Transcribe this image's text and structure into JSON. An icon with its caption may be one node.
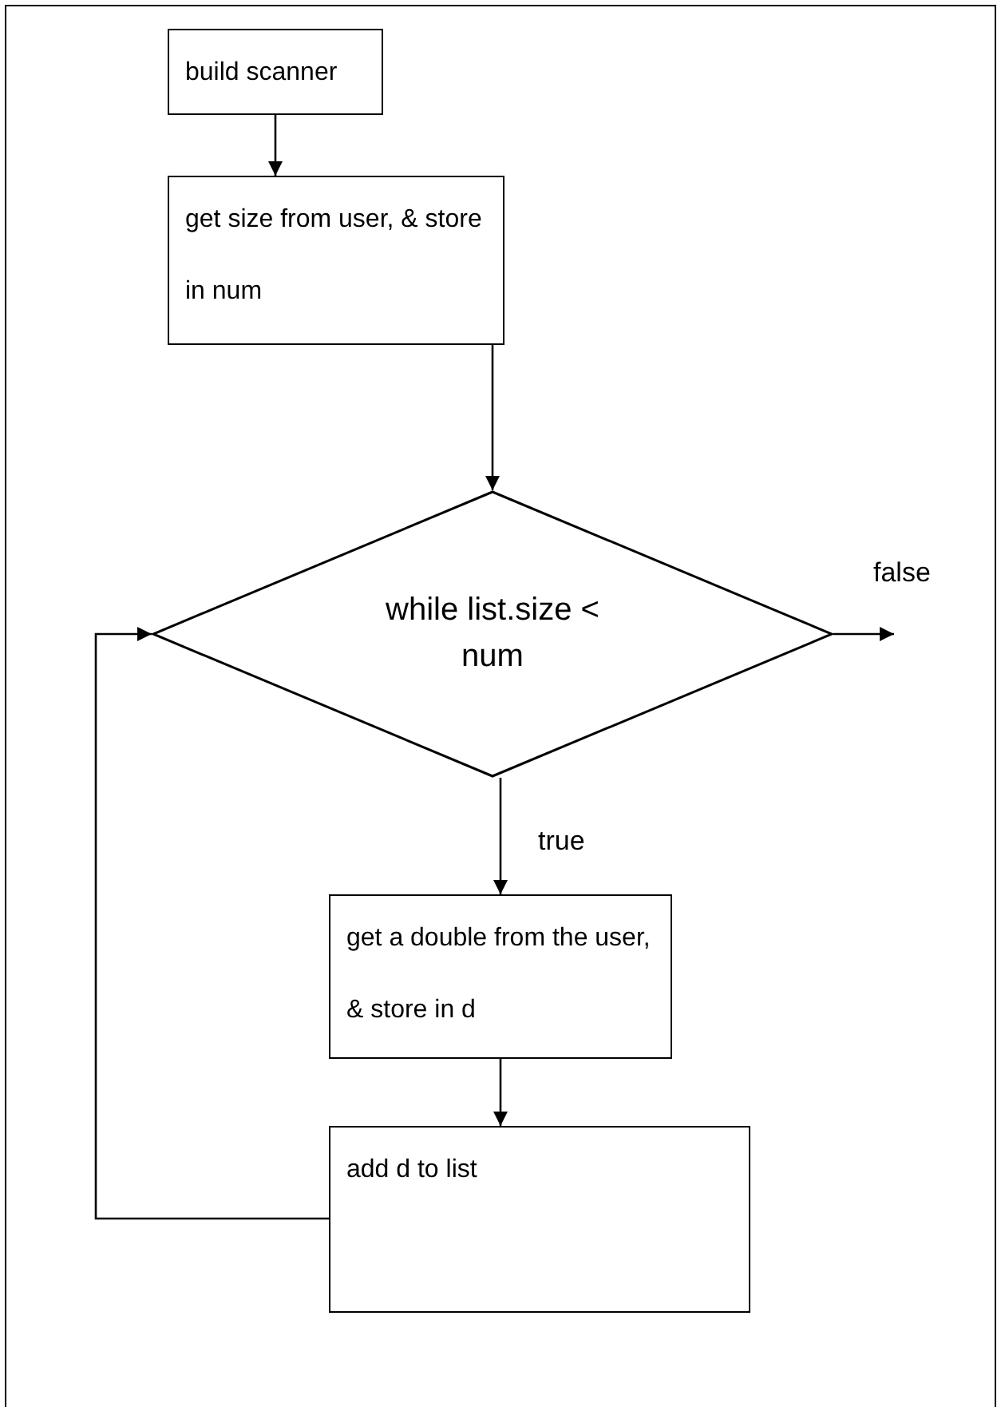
{
  "diagram": {
    "nodes": [
      {
        "text": [
          "build scanner"
        ]
      },
      {
        "text": [
          "get size from user, & store in num"
        ]
      },
      {
        "text": [
          "while list.size < num"
        ]
      },
      {
        "text": [
          "get a double from the user, & store in d"
        ]
      },
      {
        "text": [
          "add d to list"
        ]
      }
    ],
    "edges": [
      {
        "from": 0,
        "to": 1,
        "arrow": "to"
      },
      {
        "from": 1,
        "to": 2,
        "arrow": "to"
      },
      {
        "from": 2,
        "to": 3,
        "arrow": "to",
        "label": "true"
      },
      {
        "from": 2,
        "to": null,
        "arrow": "to",
        "label": "false"
      },
      {
        "from": 3,
        "to": 4,
        "arrow": "to"
      },
      {
        "from": 4,
        "to": 2,
        "arrow": "to"
      }
    ]
  }
}
